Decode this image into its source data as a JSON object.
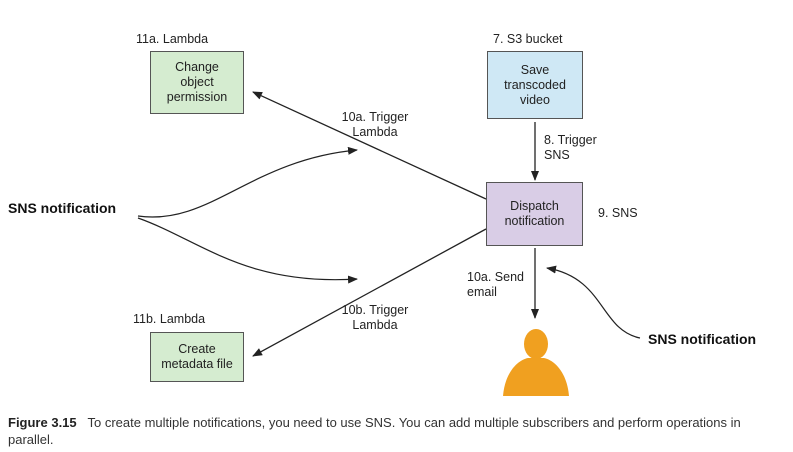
{
  "boxes": {
    "lambda_a": {
      "header": "11a. Lambda",
      "text": "Change\nobject\npermission",
      "fill": "#d5ecd0"
    },
    "s3": {
      "header": "7. S3 bucket",
      "text": "Save\ntranscoded\nvideo",
      "fill": "#cfe8f5"
    },
    "sns": {
      "side_label": "9. SNS",
      "text": "Dispatch\nnotification",
      "fill": "#d9cde6"
    },
    "lambda_b": {
      "header": "11b. Lambda",
      "text": "Create\nmetadata file",
      "fill": "#d5ecd0"
    }
  },
  "edges": {
    "trigger_lambda_a": "10a. Trigger\nLambda",
    "trigger_sns": "8. Trigger\nSNS",
    "send_email": "10a. Send\nemail",
    "trigger_lambda_b": "10b. Trigger\nLambda"
  },
  "callouts": {
    "left": "SNS notification",
    "right": "SNS notification"
  },
  "user_color": "#f0a020",
  "caption": {
    "figure": "Figure 3.15",
    "text": "To create multiple notifications, you need to use SNS. You can add multiple subscribers and perform operations in parallel."
  }
}
